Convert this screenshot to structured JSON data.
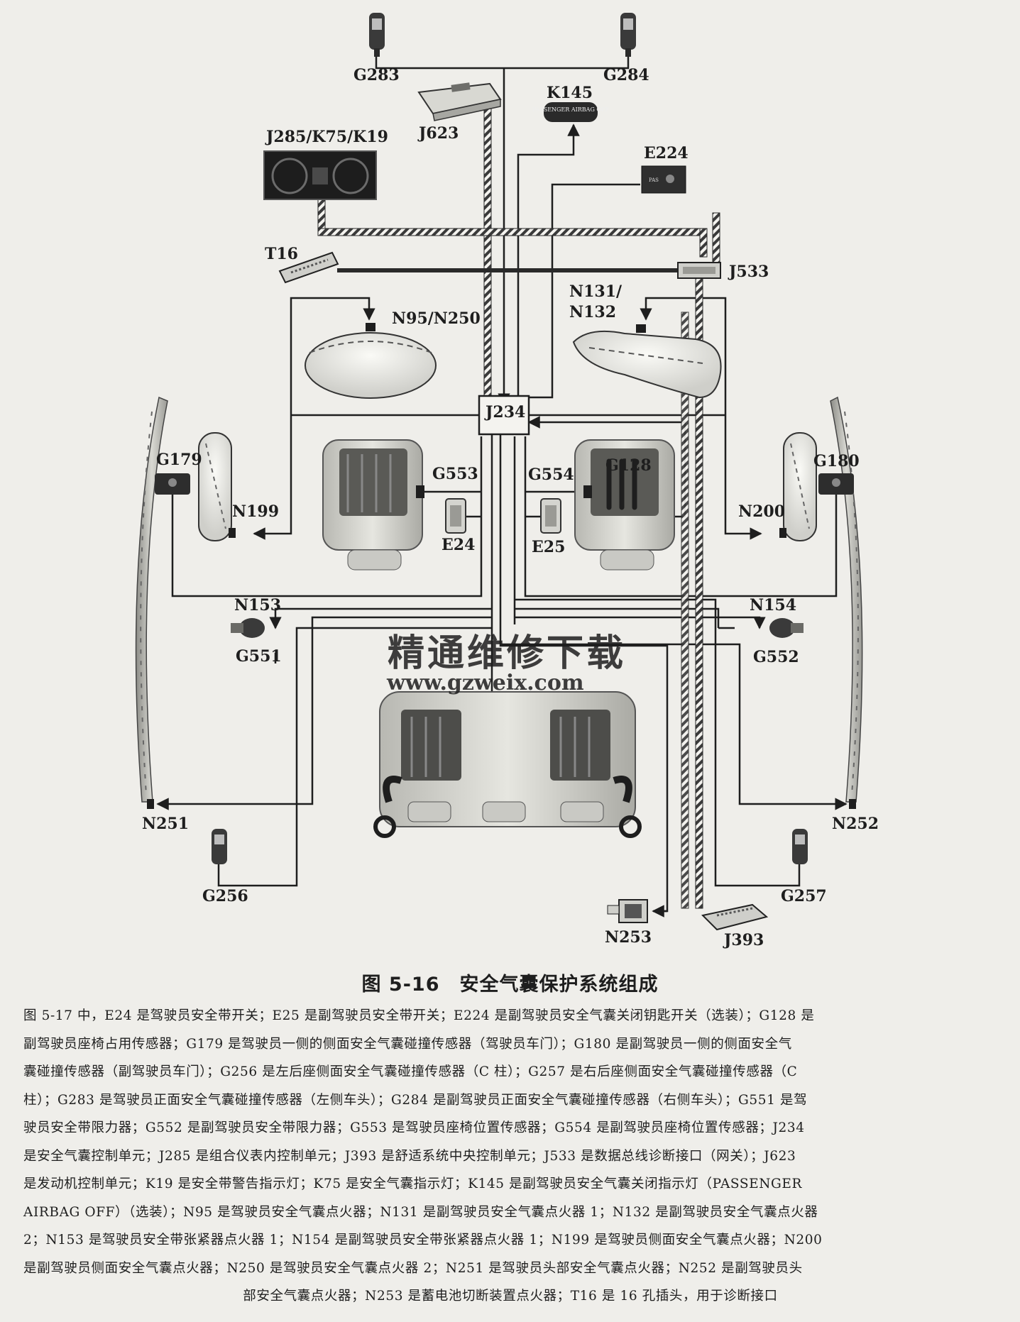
{
  "figure": {
    "labels": {
      "G283": "G283",
      "G284": "G284",
      "J623": "J623",
      "K145": "K145",
      "K145_sign": "PASSENGER AIRBAG OFF",
      "J285": "J285/K75/K19",
      "E224": "E224",
      "T16": "T16",
      "J533": "J533",
      "N95": "N95/N250",
      "N131": "N131/",
      "N132": "N132",
      "J234": "J234",
      "G179": "G179",
      "G180": "G180",
      "N199": "N199",
      "N200": "N200",
      "G553": "G553",
      "G554": "G554",
      "G128": "G128",
      "E24": "E24",
      "E25": "E25",
      "N153": "N153",
      "G551": "G551",
      "N154": "N154",
      "G552": "G552",
      "N251": "N251",
      "N252": "N252",
      "G256": "G256",
      "G257": "G257",
      "N253": "N253",
      "J393": "J393"
    },
    "watermark": {
      "line1": "精通维修下载",
      "line2": "www.gzweix.com"
    },
    "colors": {
      "background": "#efeeea",
      "line": "#1e1e1e",
      "watermark": "#f3b9a8"
    }
  },
  "caption": "图 5-16　安全气囊保护系统组成",
  "legend": [
    "图 5-17 中，E24 是驾驶员安全带开关；E25 是副驾驶员安全带开关；E224 是副驾驶员安全气囊关闭钥匙开关（选装）；G128 是",
    "副驾驶员座椅占用传感器；G179 是驾驶员一侧的侧面安全气囊碰撞传感器（驾驶员车门）；G180 是副驾驶员一侧的侧面安全气",
    "囊碰撞传感器（副驾驶员车门）；G256 是左后座侧面安全气囊碰撞传感器（C 柱）；G257 是右后座侧面安全气囊碰撞传感器（C",
    "柱）；G283 是驾驶员正面安全气囊碰撞传感器（左侧车头）；G284 是副驾驶员正面安全气囊碰撞传感器（右侧车头）；G551 是驾",
    "驶员安全带限力器；G552 是副驾驶员安全带限力器；G553 是驾驶员座椅位置传感器；G554 是副驾驶员座椅位置传感器；J234",
    "是安全气囊控制单元；J285 是组合仪表内控制单元；J393 是舒适系统中央控制单元；J533 是数据总线诊断接口（网关）；J623",
    "是发动机控制单元；K19 是安全带警告指示灯；K75 是安全气囊指示灯；K145 是副驾驶员安全气囊关闭指示灯（PASSENGER",
    "AIRBAG OFF）（选装）；N95 是驾驶员安全气囊点火器；N131 是副驾驶员安全气囊点火器 1；N132 是副驾驶员安全气囊点火器",
    "2；N153 是驾驶员安全带张紧器点火器 1；N154 是副驾驶员安全带张紧器点火器 1；N199 是驾驶员侧面安全气囊点火器；N200",
    "是副驾驶员侧面安全气囊点火器；N250 是驾驶员安全气囊点火器 2；N251 是驾驶员头部安全气囊点火器；N252 是副驾驶员头",
    "部安全气囊点火器；N253 是蓄电池切断装置点火器；T16 是 16 孔插头，用于诊断接口"
  ]
}
